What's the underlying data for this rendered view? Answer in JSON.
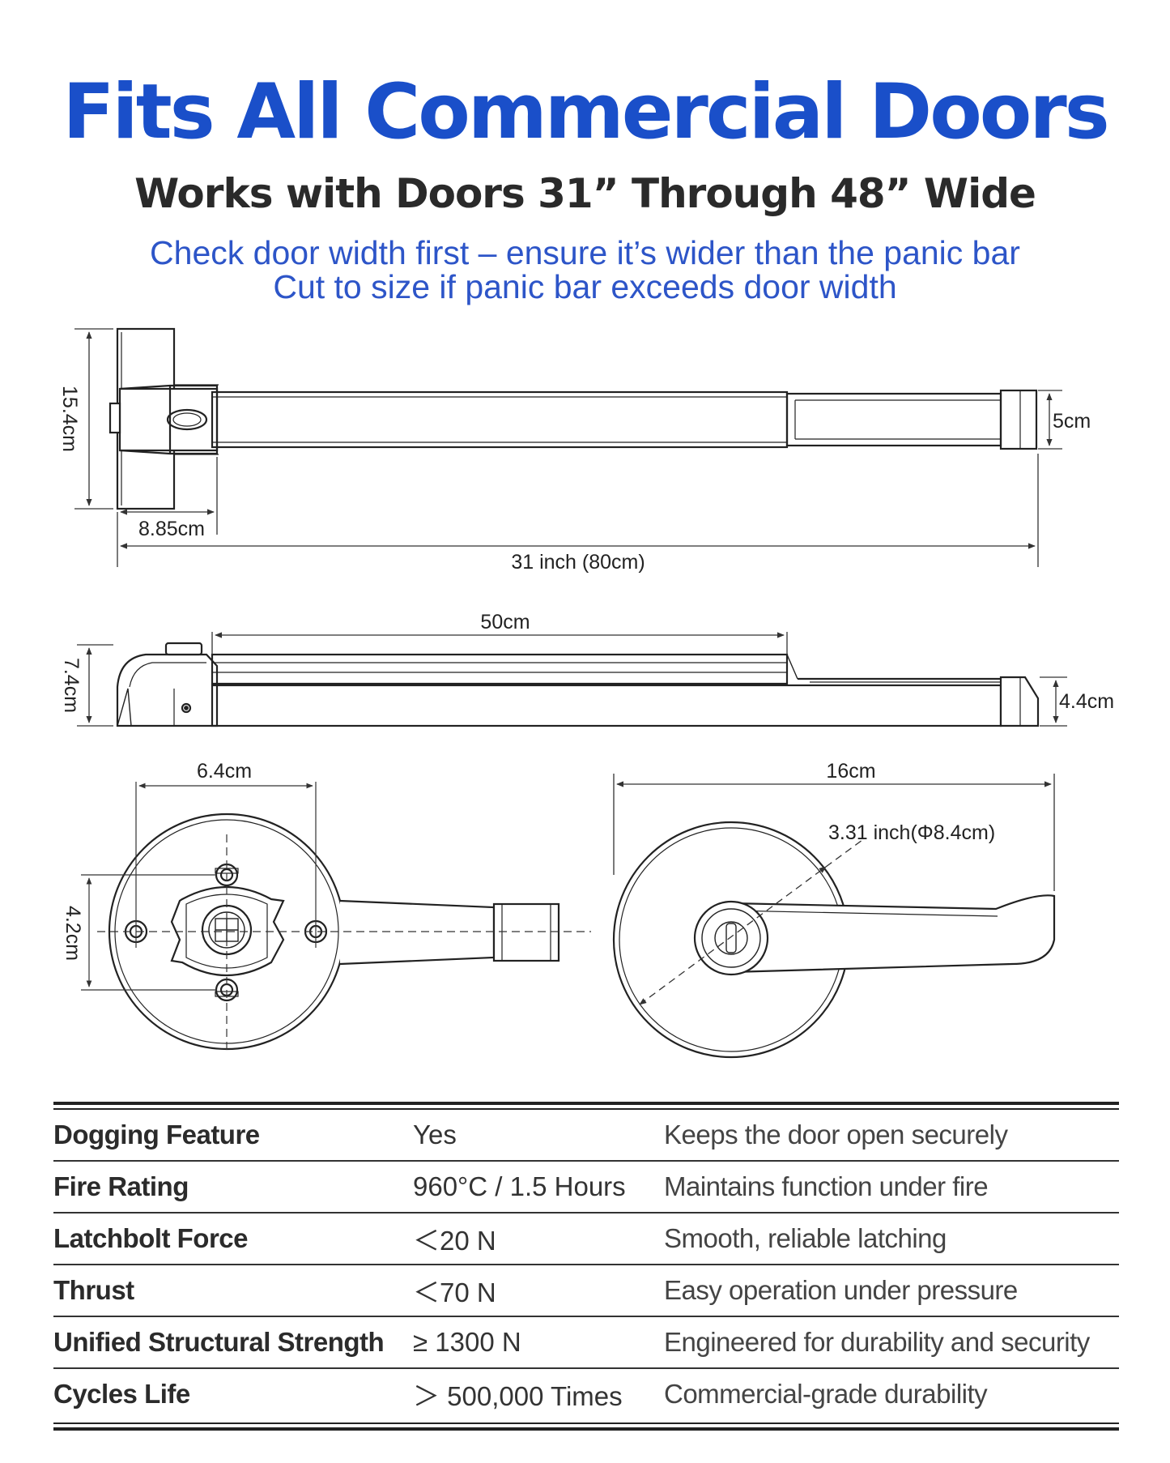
{
  "header": {
    "title": "Fits All Commercial Doors",
    "subtitle": "Works with Doors 31” Through 48” Wide",
    "note_line1": "Check door width first – ensure it’s wider than the panic bar",
    "note_line2": "Cut to size if panic bar exceeds door width"
  },
  "dimensions": {
    "top_height": "15.4cm",
    "top_bar_height": "5cm",
    "top_end_width": "8.85cm",
    "overall_length": "31 inch (80cm)",
    "side_push_length": "50cm",
    "side_height": "7.4cm",
    "side_end_height": "4.4cm",
    "rose_width": "6.4cm",
    "rose_spacing": "4.2cm",
    "lever_length": "16cm",
    "rose_diameter": "3.31 inch(Φ8.4cm)"
  },
  "specs": {
    "rows": [
      {
        "name": "Dogging Feature",
        "value": "Yes",
        "description": "Keeps the door open securely"
      },
      {
        "name": "Fire Rating",
        "value": "960°C / 1.5 Hours",
        "description": "Maintains function under fire"
      },
      {
        "name": "Latchbolt Force",
        "value": "＜20 N",
        "description": "Smooth, reliable latching"
      },
      {
        "name": "Thrust",
        "value": "＜70 N",
        "description": "Easy operation under pressure"
      },
      {
        "name": "Unified Structural Strength",
        "value": "≥ 1300 N",
        "description": "Engineered for durability and security"
      },
      {
        "name": "Cycles Life",
        "value": "＞ 500,000 Times",
        "description": "Commercial-grade durability"
      }
    ]
  }
}
